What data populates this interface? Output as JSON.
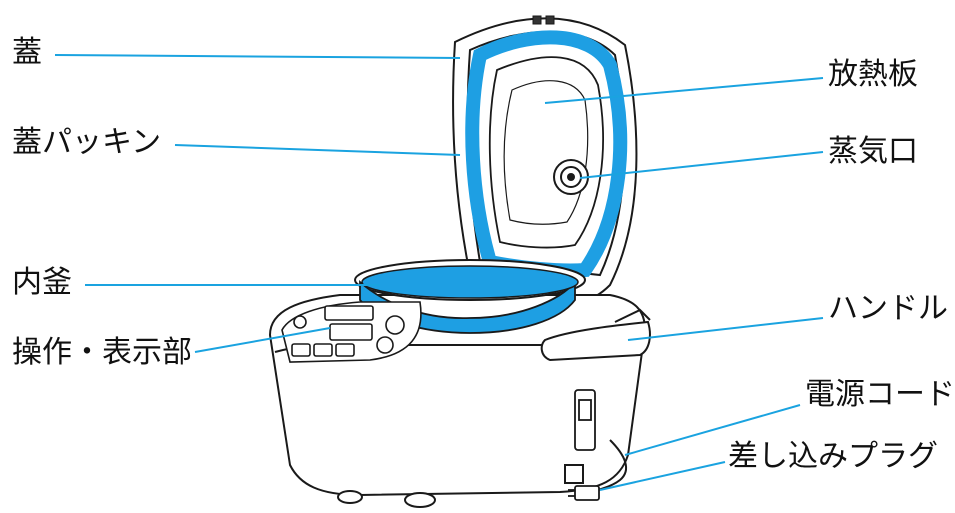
{
  "colors": {
    "leader_line": "#1aa3e0",
    "gasket_blue": "#1e9fe3",
    "outline": "#1a1a1a"
  },
  "labels": {
    "lid": "蓋",
    "lid_gasket": "蓋パッキン",
    "inner_pot": "内釜",
    "control_panel": "操作・表示部",
    "heat_plate": "放熱板",
    "steam_vent": "蒸気口",
    "handle": "ハンドル",
    "power_cord": "電源コード",
    "plug": "差し込みプラグ"
  }
}
